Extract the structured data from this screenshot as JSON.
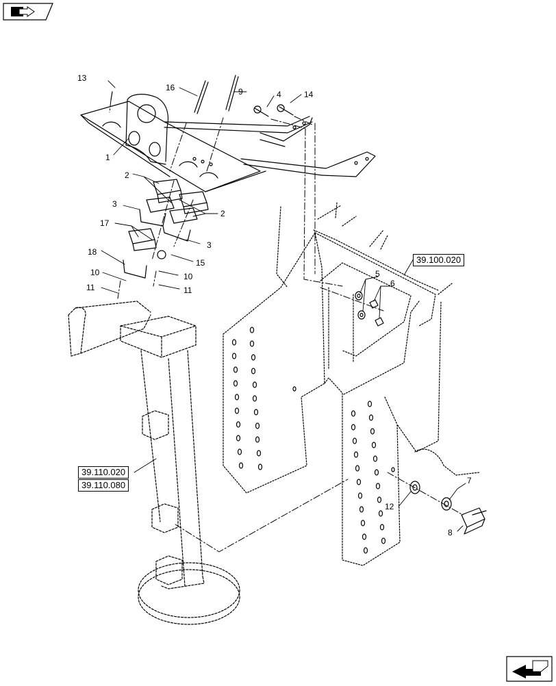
{
  "refs": {
    "ref_39_100_020": "39.100.020",
    "ref_39_110_020": "39.110.020",
    "ref_39_110_080": "39.110.080"
  },
  "callouts": [
    "1",
    "2",
    "2",
    "3",
    "3",
    "4",
    "5",
    "6",
    "7",
    "8",
    "9",
    "10",
    "10",
    "11",
    "11",
    "12",
    "13",
    "14",
    "15",
    "16",
    "17",
    "18"
  ],
  "icons": {
    "top_left": "previous-page-icon",
    "bottom_right": "next-page-icon"
  },
  "colors": {
    "line": "#000000",
    "background": "#ffffff"
  }
}
